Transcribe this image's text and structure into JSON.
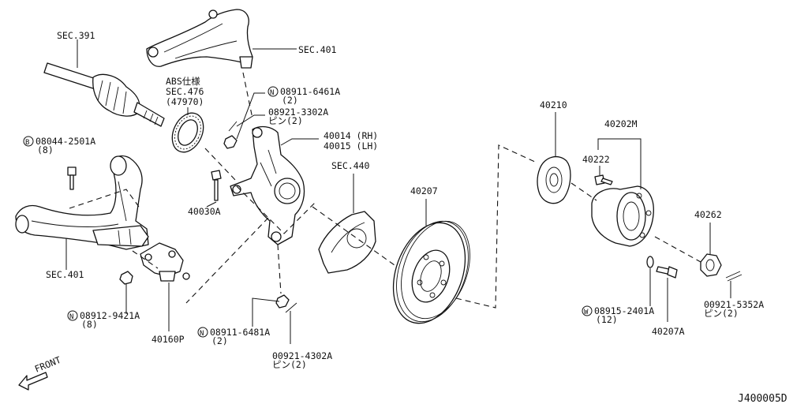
{
  "diagram_code": "J400005D",
  "front_label": "FRONT",
  "labels": {
    "sec391": "SEC.391",
    "sec401_top": "SEC.401",
    "abs_l1": "ABS仕様",
    "abs_l2": "SEC.476",
    "abs_l3": "(47970)",
    "n08911_6461": "08911-6461A",
    "n08911_6461_q": "(2)",
    "n08921_3302": "08921-3302A",
    "n08921_3302_q": "ピン(2)",
    "p40014": "40014 (RH)",
    "p40015": "40015 (LH)",
    "b08044": "08044-2501A",
    "b08044_q": "(8)",
    "sec440": "SEC.440",
    "p40030": "40030A",
    "sec401_low": "SEC.401",
    "n08912": "08912-9421A",
    "n08912_q": "(8)",
    "p40160": "40160P",
    "n08911_6481": "08911-6481A",
    "n08911_6481_q": "(2)",
    "n00921_4302": "00921-4302A",
    "n00921_4302_q": "ピン(2)",
    "p40207": "40207",
    "p40210": "40210",
    "p40202": "40202M",
    "p40222": "40222",
    "p40262": "40262",
    "w08915": "08915-2401A",
    "w08915_q": "(12)",
    "p40207a": "40207A",
    "n00921_5352": "00921-5352A",
    "n00921_5352_q": "ピン(2)"
  },
  "symbols": {
    "n": "N",
    "b": "B",
    "w": "W"
  }
}
